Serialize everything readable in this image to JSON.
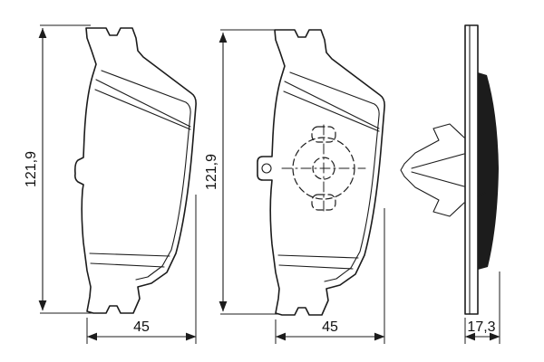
{
  "colors": {
    "ink": "#1c1c1c",
    "background": "#ffffff"
  },
  "dims": {
    "height_left": "121,9",
    "height_middle": "121,9",
    "width_left": "45",
    "width_middle": "45",
    "thickness_side": "17,3"
  }
}
